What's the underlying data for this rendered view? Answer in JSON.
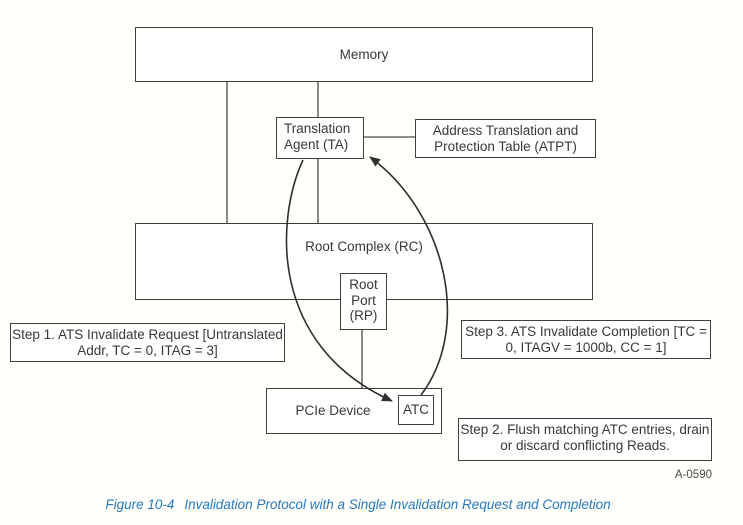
{
  "figure": {
    "caption_label": "Figure  10-4",
    "caption_title": "Invalidation Protocol with a Single Invalidation Request and Completion",
    "artifact_id": "A-0590"
  },
  "diagram": {
    "nodes": {
      "memory": {
        "label": "Memory"
      },
      "translation_agent": {
        "line1": "Translation",
        "line2": "Agent (TA)"
      },
      "atpt": {
        "line1": "Address Translation and",
        "line2": "Protection Table (ATPT)"
      },
      "root_complex": {
        "label": "Root Complex (RC)"
      },
      "root_port": {
        "line1": "Root",
        "line2": "Port",
        "line3": "(RP)"
      },
      "pcie_device": {
        "label": "PCIe Device"
      },
      "atc": {
        "label": "ATC"
      }
    },
    "steps": {
      "step1": {
        "line1": "Step 1. ATS Invalidate Request",
        "line2": "[Untranslated Addr, TC = 0, ITAG = 3]"
      },
      "step2": {
        "line1": "Step 2. Flush matching ATC entries,",
        "line2": "drain or discard conflicting Reads."
      },
      "step3": {
        "line1": "Step 3. ATS Invalidate Completion",
        "line2": "[TC = 0, ITAGV = 1000b, CC = 1]"
      }
    },
    "colors": {
      "line": "#3f3f3f",
      "text": "#383838",
      "caption_blue": "#2878be",
      "box_background": "#fffffe"
    }
  }
}
